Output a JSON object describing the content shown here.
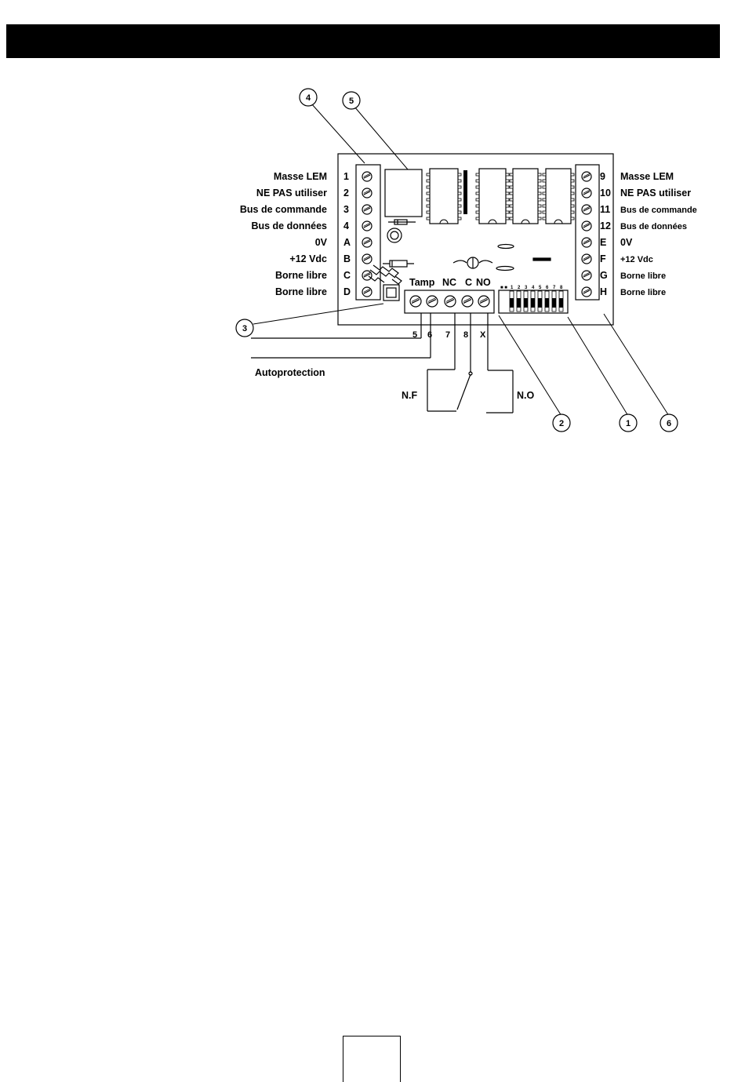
{
  "left_terminals": [
    {
      "id": "1",
      "label": "Masse LEM"
    },
    {
      "id": "2",
      "label": "NE PAS utiliser"
    },
    {
      "id": "3",
      "label": "Bus de commande"
    },
    {
      "id": "4",
      "label": "Bus de données"
    },
    {
      "id": "A",
      "label": "0V"
    },
    {
      "id": "B",
      "label": "+12 Vdc"
    },
    {
      "id": "C",
      "label": "Borne libre"
    },
    {
      "id": "D",
      "label": "Borne libre"
    }
  ],
  "right_terminals": [
    {
      "id": "9",
      "label": "Masse LEM"
    },
    {
      "id": "10",
      "label": "NE PAS utiliser"
    },
    {
      "id": "11",
      "label": "Bus de commande"
    },
    {
      "id": "12",
      "label": "Bus de données"
    },
    {
      "id": "E",
      "label": "0V"
    },
    {
      "id": "F",
      "label": "+12 Vdc"
    },
    {
      "id": "G",
      "label": "Borne libre"
    },
    {
      "id": "H",
      "label": "Borne libre"
    }
  ],
  "relay_block": {
    "labels": [
      "Tamp",
      "NC",
      "C",
      "NO"
    ],
    "wire_numbers": [
      "5",
      "6",
      "7",
      "8",
      "X"
    ]
  },
  "dip_switch_digits": [
    "1",
    "2",
    "3",
    "4",
    "5",
    "6",
    "7",
    "8"
  ],
  "tamper_label": "Autoprotection",
  "contact_labels": {
    "nf": "N.F",
    "no": "N.O"
  },
  "callouts": [
    "4",
    "5",
    "3",
    "2",
    "1",
    "6"
  ]
}
